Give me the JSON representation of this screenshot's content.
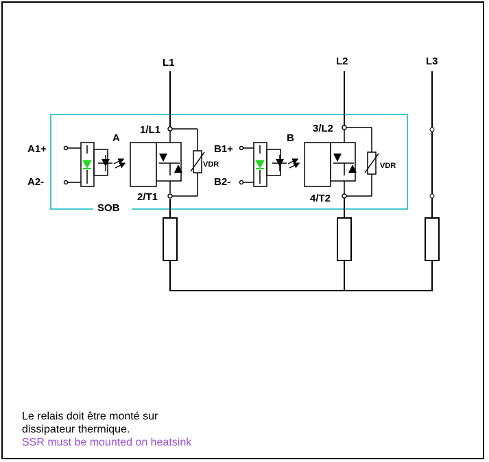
{
  "lines": {
    "l1": "L1",
    "l2": "L2",
    "l3": "L3"
  },
  "terminals": {
    "l1_in": "1/L1",
    "t1_out": "2/T1",
    "l2_in": "3/L2",
    "t2_out": "4/T2",
    "a1": "A1+",
    "a2": "A2-",
    "b1": "B1+",
    "b2": "B2-",
    "channel_a": "A",
    "channel_b": "B",
    "sob": "SOB",
    "vdr_a": "VDR",
    "vdr_b": "VDR"
  },
  "colors": {
    "enclosure": "#40c8d0",
    "led": "#22d822",
    "note_en": "#9a4fd0"
  },
  "note": {
    "fr_line1": "Le relais doit être monté sur",
    "fr_line2": "dissipateur thermique.",
    "en": "SSR must be mounted on heatsink"
  }
}
